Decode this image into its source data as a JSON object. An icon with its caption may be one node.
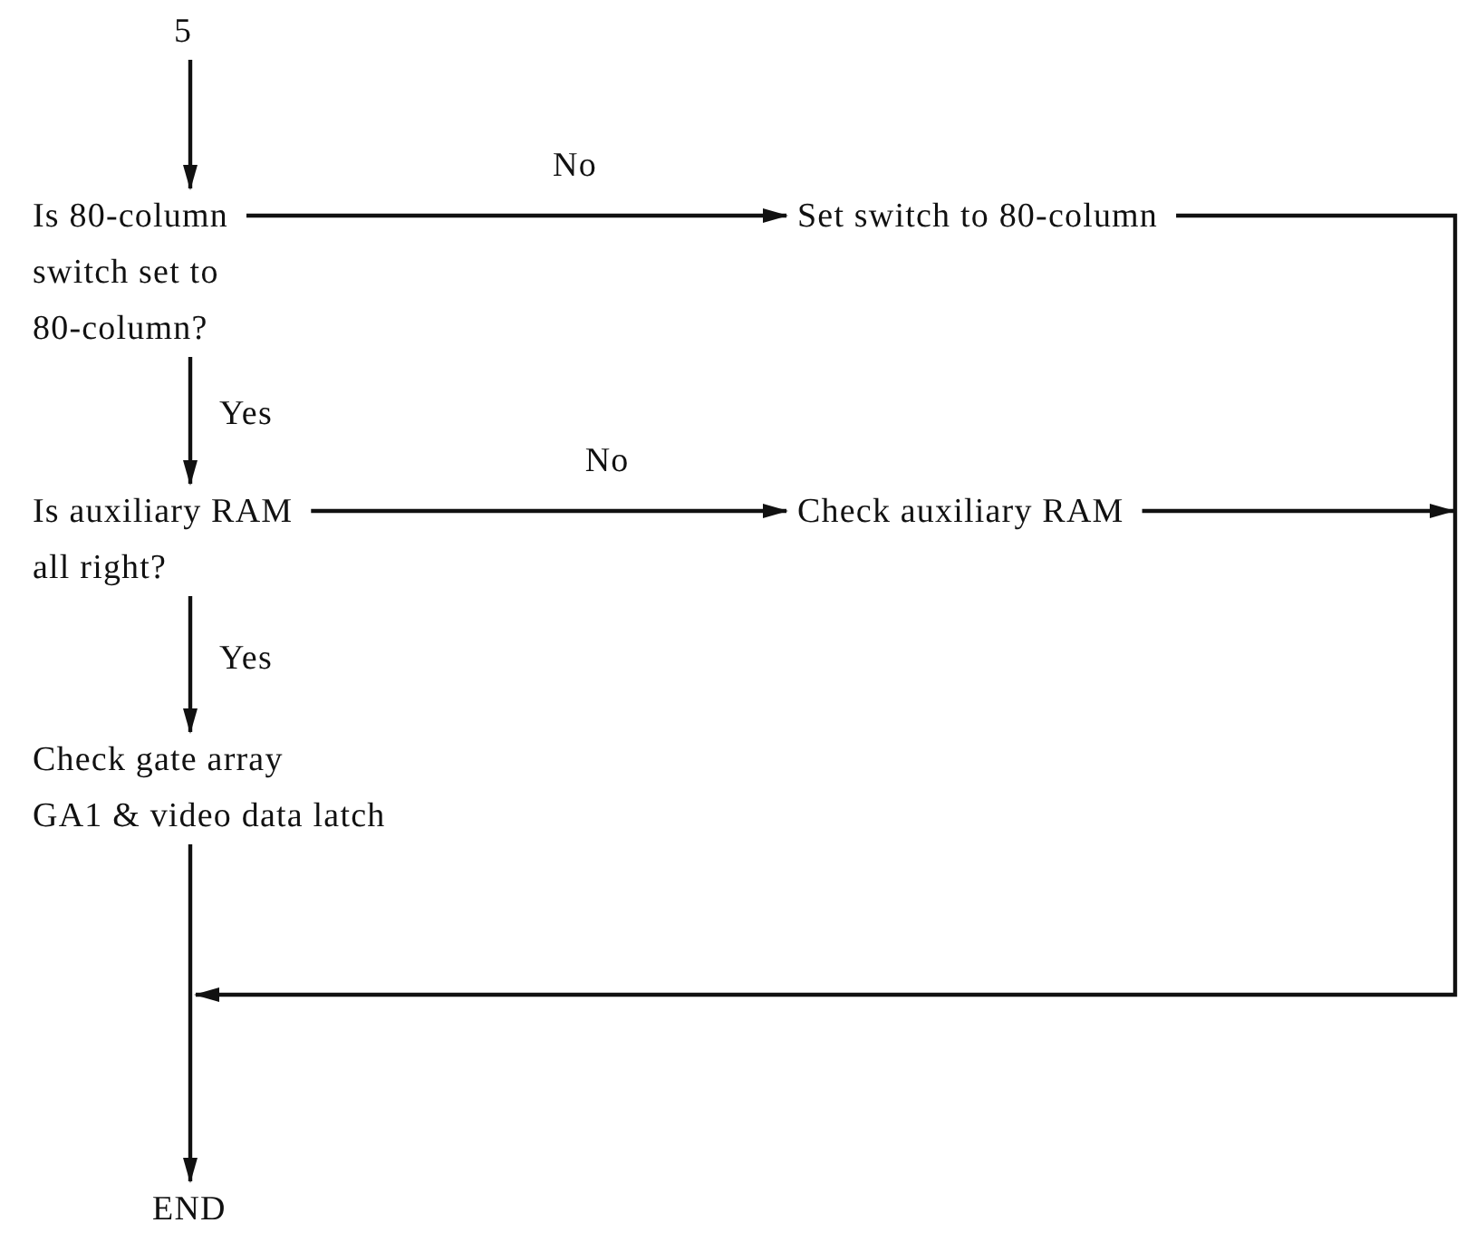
{
  "diagram": {
    "nodes": [
      {
        "text": [
          "5"
        ]
      },
      {
        "text": [
          "Is 80-column switch set to 80-column?"
        ]
      },
      {
        "text": [
          "Set switch to 80-column"
        ]
      },
      {
        "text": [
          "Is auxiliary RAM all right?"
        ]
      },
      {
        "text": [
          "Check auxiliary RAM"
        ]
      },
      {
        "text": [
          "Check gate array GA1 & video data latch"
        ]
      },
      {
        "text": [
          "END"
        ]
      }
    ],
    "edges": [
      {
        "from": 0,
        "to": 1,
        "arrow": "to"
      },
      {
        "from": 1,
        "to": 2,
        "arrow": "to",
        "label": "No"
      },
      {
        "from": 1,
        "to": 3,
        "arrow": "to",
        "label": "Yes"
      },
      {
        "from": 3,
        "to": 4,
        "arrow": "to",
        "label": "No"
      },
      {
        "from": 3,
        "to": 5,
        "arrow": "to",
        "label": "Yes"
      },
      {
        "from": 5,
        "to": 6,
        "arrow": "to"
      },
      {
        "from": 2,
        "to": null,
        "arrow": "to"
      },
      {
        "from": 4,
        "to": null,
        "arrow": "to"
      }
    ]
  }
}
